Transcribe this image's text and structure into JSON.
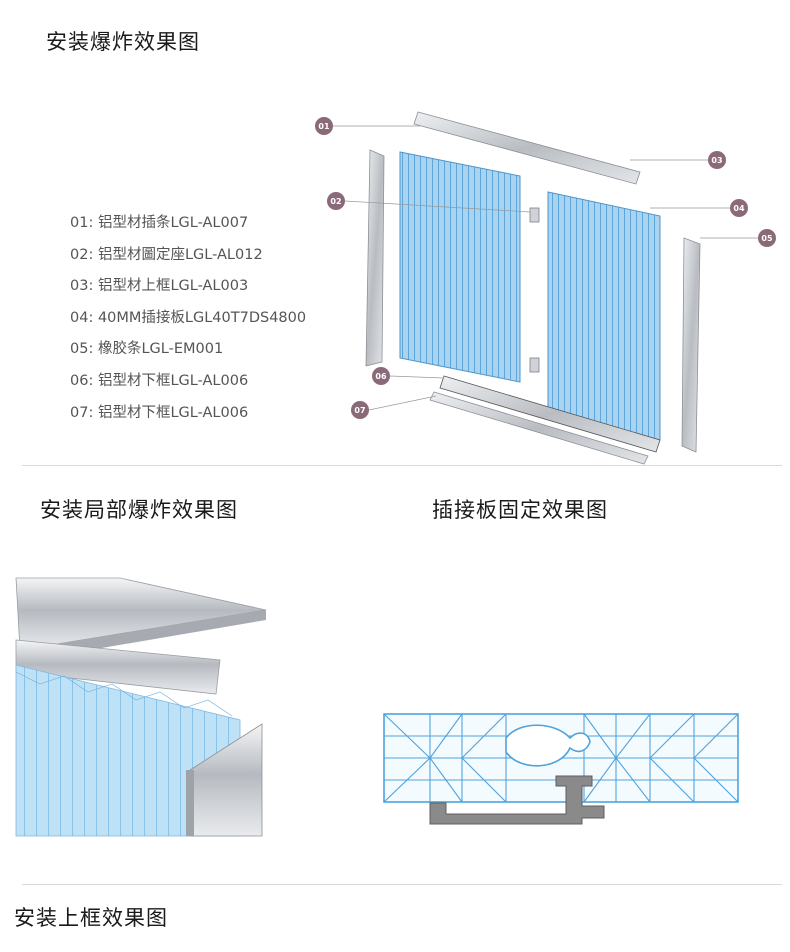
{
  "sections": {
    "exploded_title": "安装爆炸效果图",
    "partial_title": "安装局部爆炸效果图",
    "fixing_title": "插接板固定效果图",
    "top_frame_title": "安装上框效果图"
  },
  "legend": [
    "01: 铝型材插条LGL-AL007",
    "02: 铝型材圖定座LGL-AL012",
    "03: 铝型材上框LGL-AL003",
    "04: 40MM插接板LGL40T7DS4800",
    "05: 橡胶条LGL-EM001",
    "06: 铝型材下框LGL-AL006",
    "07: 铝型材下框LGL-AL006"
  ],
  "callouts": [
    "01",
    "02",
    "03",
    "04",
    "05",
    "06",
    "07"
  ],
  "colors": {
    "panel_blue": "#a9d3ee",
    "panel_line": "#5aa6dd",
    "aluminium": "#c9ccd0",
    "callout_fill": "#8a6a78",
    "profile_grey": "#8a8a8a"
  }
}
